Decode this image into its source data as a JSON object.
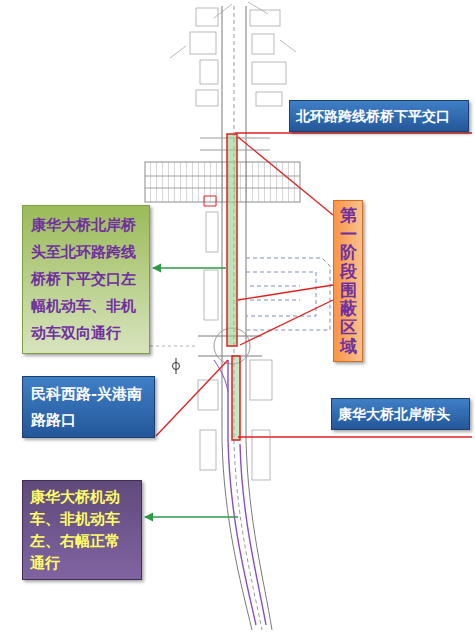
{
  "diagram": {
    "nodes": [
      {
        "text": [
          "北环路跨线桥桥下平交口"
        ]
      },
      {
        "text": [
          "康华大桥北岸桥头至北环路跨线桥桥下平交口左幅机动车、非机动车双向通行"
        ]
      },
      {
        "text": [
          "第一阶段围蔽区域"
        ]
      },
      {
        "text": [
          "民科西路-兴港南路路口"
        ]
      },
      {
        "text": [
          "康华大桥北岸桥头"
        ]
      },
      {
        "text": [
          "康华大桥机动车、非机动车左、右幅正常通行"
        ]
      }
    ],
    "edges": []
  }
}
